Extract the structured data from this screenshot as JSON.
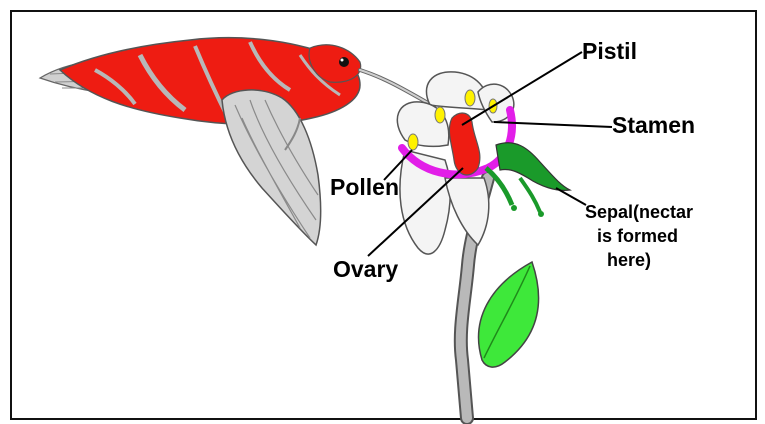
{
  "diagram": {
    "labels": {
      "pistil": "Pistil",
      "stamen": "Stamen",
      "pollen": "Pollen",
      "ovary": "Ovary",
      "sepal_line1": "Sepal(nectar",
      "sepal_line2": "is formed",
      "sepal_line3": "here)"
    },
    "colors": {
      "bird": "#ee1c12",
      "feather_gray": "#b8b8b8",
      "petal_white": "#f4f4f4",
      "outline": "#555555",
      "receptacle_magenta": "#e21ee8",
      "pollen_yellow": "#fff200",
      "sepal_green": "#1a9a2a",
      "leaf_green": "#3ee83a",
      "stem_gray": "#b9b9b9"
    }
  }
}
